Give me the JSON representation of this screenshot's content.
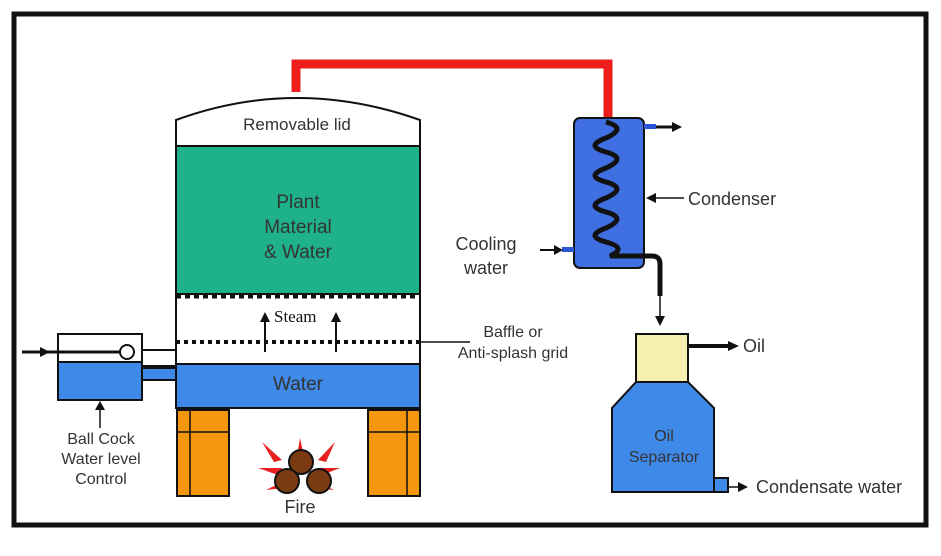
{
  "labels": {
    "removable_lid": "Removable lid",
    "plant_material": [
      "Plant",
      "Material",
      "& Water"
    ],
    "steam": "Steam",
    "water": "Water",
    "baffle": [
      "Baffle or",
      "Anti-splash grid"
    ],
    "condenser": "Condenser",
    "cooling_water": [
      "Cooling",
      "water"
    ],
    "oil": "Oil",
    "oil_separator": [
      "Oil",
      "Separator"
    ],
    "condensate_water": "Condensate water",
    "ball_cock": [
      "Ball Cock",
      "Water level",
      "Control"
    ],
    "fire": "Fire"
  },
  "colors": {
    "plant_material": "#1fb28a",
    "water": "#3f8ae8",
    "condenser_body": "#3f6fe0",
    "steam_pipe": "#ee1c1c",
    "supports": "#f5960f",
    "logs": "#7a3a12",
    "flames": "#e82020",
    "oil": "#f5f0b0",
    "coolant_ports": "#2a55d6",
    "outline": "#111111"
  }
}
